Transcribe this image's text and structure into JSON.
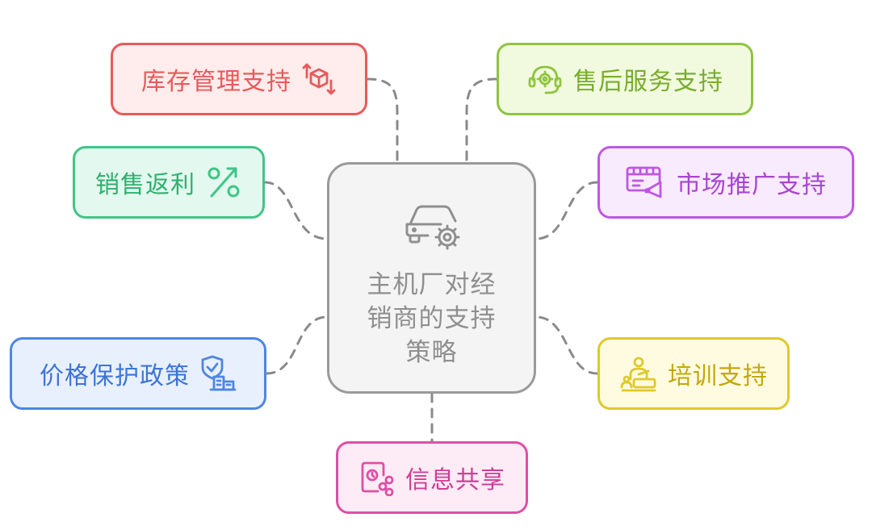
{
  "diagram": {
    "center": {
      "lines": [
        "主机厂对经",
        "销商的支持",
        "策略"
      ],
      "icon": "car-gear-icon"
    },
    "nodes": {
      "inventory": {
        "label": "库存管理支持",
        "icon": "inventory-box-icon",
        "color": "#e75a5a"
      },
      "aftersales": {
        "label": "售后服务支持",
        "icon": "support-headset-icon",
        "color": "#8fc43e"
      },
      "rebate": {
        "label": "销售返利",
        "icon": "percent-icon",
        "color": "#3fc587"
      },
      "marketing": {
        "label": "市场推广支持",
        "icon": "billboard-megaphone-icon",
        "color": "#bf57e2"
      },
      "price": {
        "label": "价格保护政策",
        "icon": "shield-buildings-icon",
        "color": "#4e86e3"
      },
      "training": {
        "label": "培训支持",
        "icon": "presenter-icon",
        "color": "#dfc92a"
      },
      "info": {
        "label": "信息共享",
        "icon": "document-share-icon",
        "color": "#de4fa6"
      }
    }
  }
}
